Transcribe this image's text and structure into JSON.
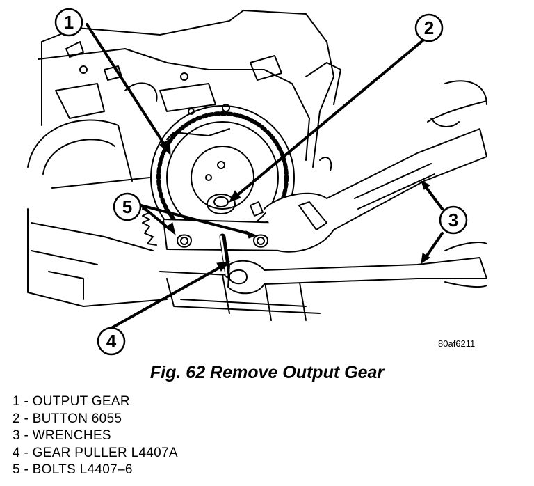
{
  "figure": {
    "code": "80af6211",
    "caption": "Fig. 62 Remove Output Gear"
  },
  "callouts": [
    "1",
    "2",
    "3",
    "4",
    "5"
  ],
  "legend": [
    "1 - OUTPUT GEAR",
    "2 - BUTTON 6055",
    "3 - WRENCHES",
    "4 - GEAR PULLER L4407A",
    "5 - BOLTS L4407–6"
  ]
}
